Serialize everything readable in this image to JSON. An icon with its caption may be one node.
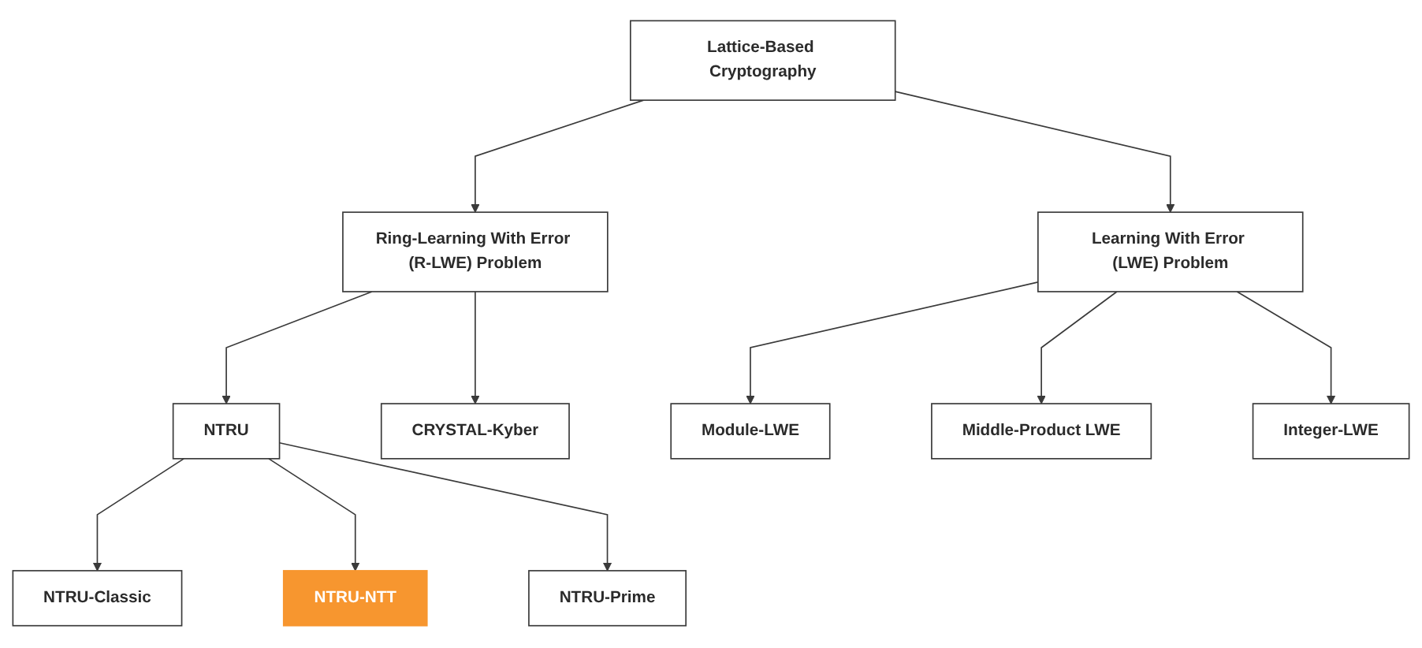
{
  "diagram": {
    "nodes": [
      {
        "text": [
          "Lattice-Based Cryptography"
        ]
      },
      {
        "text": [
          "Ring-Learning With Error (R-LWE) Problem"
        ]
      },
      {
        "text": [
          "Learning With Error (LWE) Problem"
        ]
      },
      {
        "text": [
          "NTRU"
        ]
      },
      {
        "text": [
          "CRYSTAL-Kyber"
        ]
      },
      {
        "text": [
          "Module-LWE"
        ]
      },
      {
        "text": [
          "Middle-Product LWE"
        ]
      },
      {
        "text": [
          "Integer-LWE"
        ]
      },
      {
        "text": [
          "NTRU-Classic"
        ]
      },
      {
        "text": [
          "NTRU-NTT"
        ]
      },
      {
        "text": [
          "NTRU-Prime"
        ]
      }
    ],
    "edges": [
      {
        "from": 0,
        "to": 1,
        "arrow": "to"
      },
      {
        "from": 0,
        "to": 2,
        "arrow": "to"
      },
      {
        "from": 1,
        "to": 3,
        "arrow": "to"
      },
      {
        "from": 1,
        "to": 4,
        "arrow": "to"
      },
      {
        "from": 2,
        "to": 5,
        "arrow": "to"
      },
      {
        "from": 2,
        "to": 6,
        "arrow": "to"
      },
      {
        "from": 2,
        "to": 7,
        "arrow": "to"
      },
      {
        "from": 3,
        "to": 8,
        "arrow": "to"
      },
      {
        "from": 3,
        "to": 9,
        "arrow": "to"
      },
      {
        "from": 3,
        "to": 10,
        "arrow": "to"
      }
    ]
  }
}
